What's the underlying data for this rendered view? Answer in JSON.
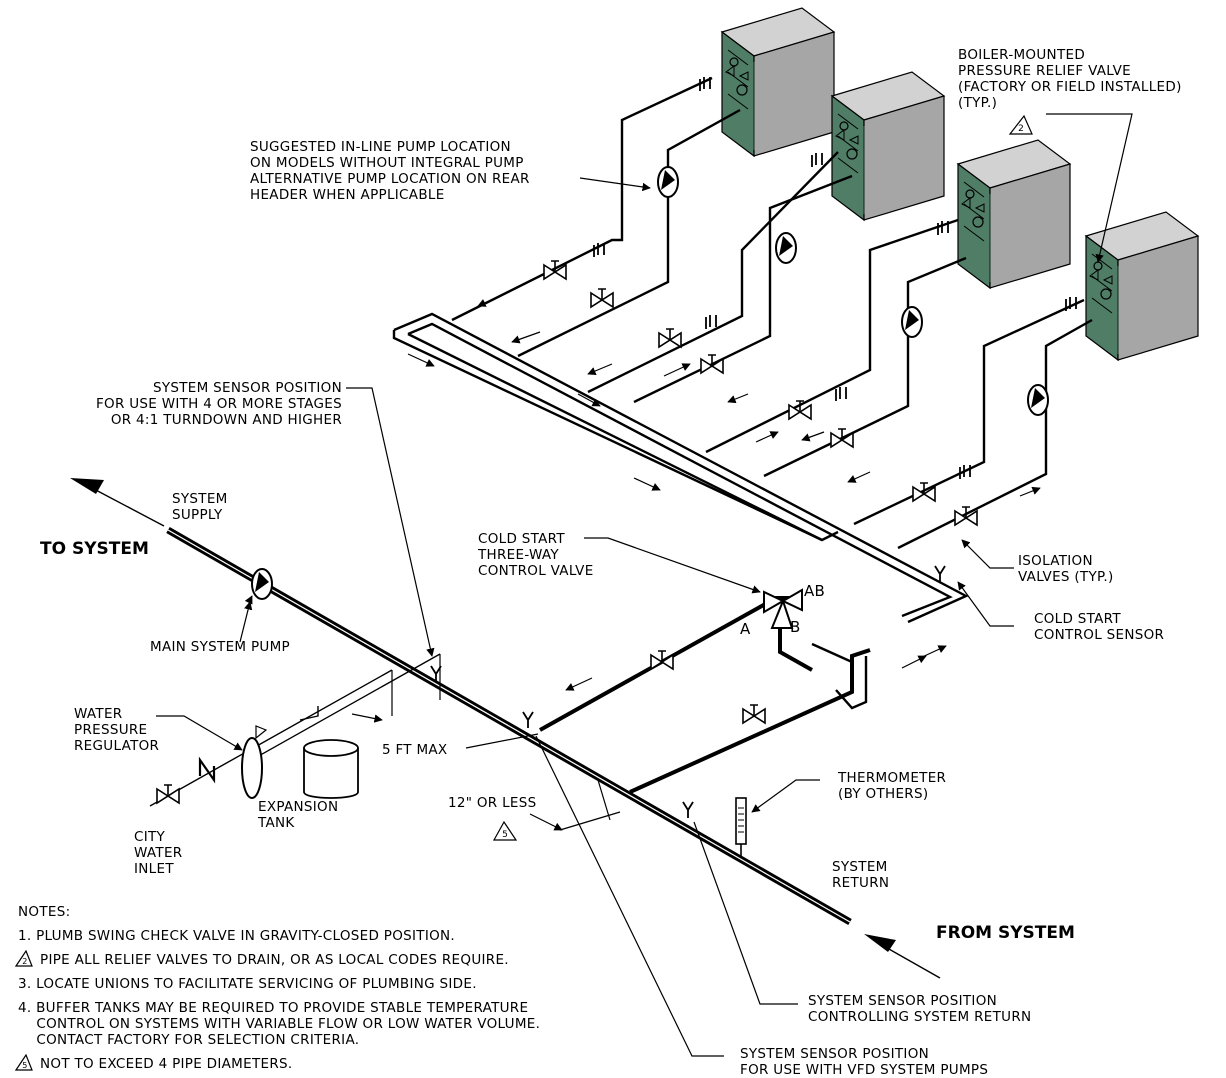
{
  "labels": {
    "to_system": "TO SYSTEM",
    "from_system": "FROM SYSTEM",
    "system_supply": "SYSTEM\nSUPPLY",
    "system_return": "SYSTEM\nRETURN",
    "main_pump": "MAIN SYSTEM PUMP",
    "water_regulator": "WATER\nPRESSURE\nREGULATOR",
    "city_water": "CITY\nWATER\nINLET",
    "expansion_tank": "EXPANSION\nTANK",
    "five_ft": "5 FT MAX",
    "twelve_in": "12\" OR LESS",
    "sensor_stages": "SYSTEM SENSOR POSITION\nFOR USE WITH 4 OR MORE STAGES\nOR 4:1 TURNDOWN AND HIGHER",
    "pump_location": "SUGGESTED IN-LINE PUMP LOCATION\nON MODELS WITHOUT INTEGRAL PUMP\nALTERNATIVE PUMP LOCATION ON REAR\nHEADER WHEN APPLICABLE",
    "relief_valve": "BOILER-MOUNTED\nPRESSURE RELIEF VALVE\n(FACTORY OR FIELD INSTALLED)\n(TYP.)",
    "cold_start_valve": "COLD START\nTHREE-WAY\nCONTROL VALVE",
    "port_ab": "AB",
    "port_a": "A",
    "port_b": "B",
    "isolation": "ISOLATION\nVALVES (TYP.)",
    "cold_start_sensor": "COLD START\nCONTROL SENSOR",
    "thermometer": "THERMOMETER\n(BY OTHERS)",
    "sensor_return": "SYSTEM SENSOR POSITION\nCONTROLLING SYSTEM RETURN",
    "sensor_vfd": "SYSTEM SENSOR POSITION\nFOR USE WITH VFD SYSTEM PUMPS",
    "mark_2": "2",
    "mark_5": "5"
  },
  "notes": {
    "heading": "NOTES:",
    "n1": "1. PLUMB SWING CHECK VALVE IN GRAVITY-CLOSED POSITION.",
    "n2": "PIPE ALL RELIEF VALVES TO DRAIN, OR AS LOCAL CODES REQUIRE.",
    "n3": "3. LOCATE UNIONS TO FACILITATE SERVICING OF PLUMBING SIDE.",
    "n4": "4. BUFFER TANKS MAY BE REQUIRED TO PROVIDE STABLE TEMPERATURE\n    CONTROL ON SYSTEMS WITH VARIABLE FLOW OR LOW WATER VOLUME.\n    CONTACT FACTORY FOR SELECTION CRITERIA.",
    "n5": "NOT TO EXCEED 4 PIPE DIAMETERS."
  },
  "colors": {
    "boiler_front": "#4f7d66",
    "boiler_top": "#c9c9c9",
    "boiler_side": "#9a9a9a",
    "line": "#000000"
  }
}
